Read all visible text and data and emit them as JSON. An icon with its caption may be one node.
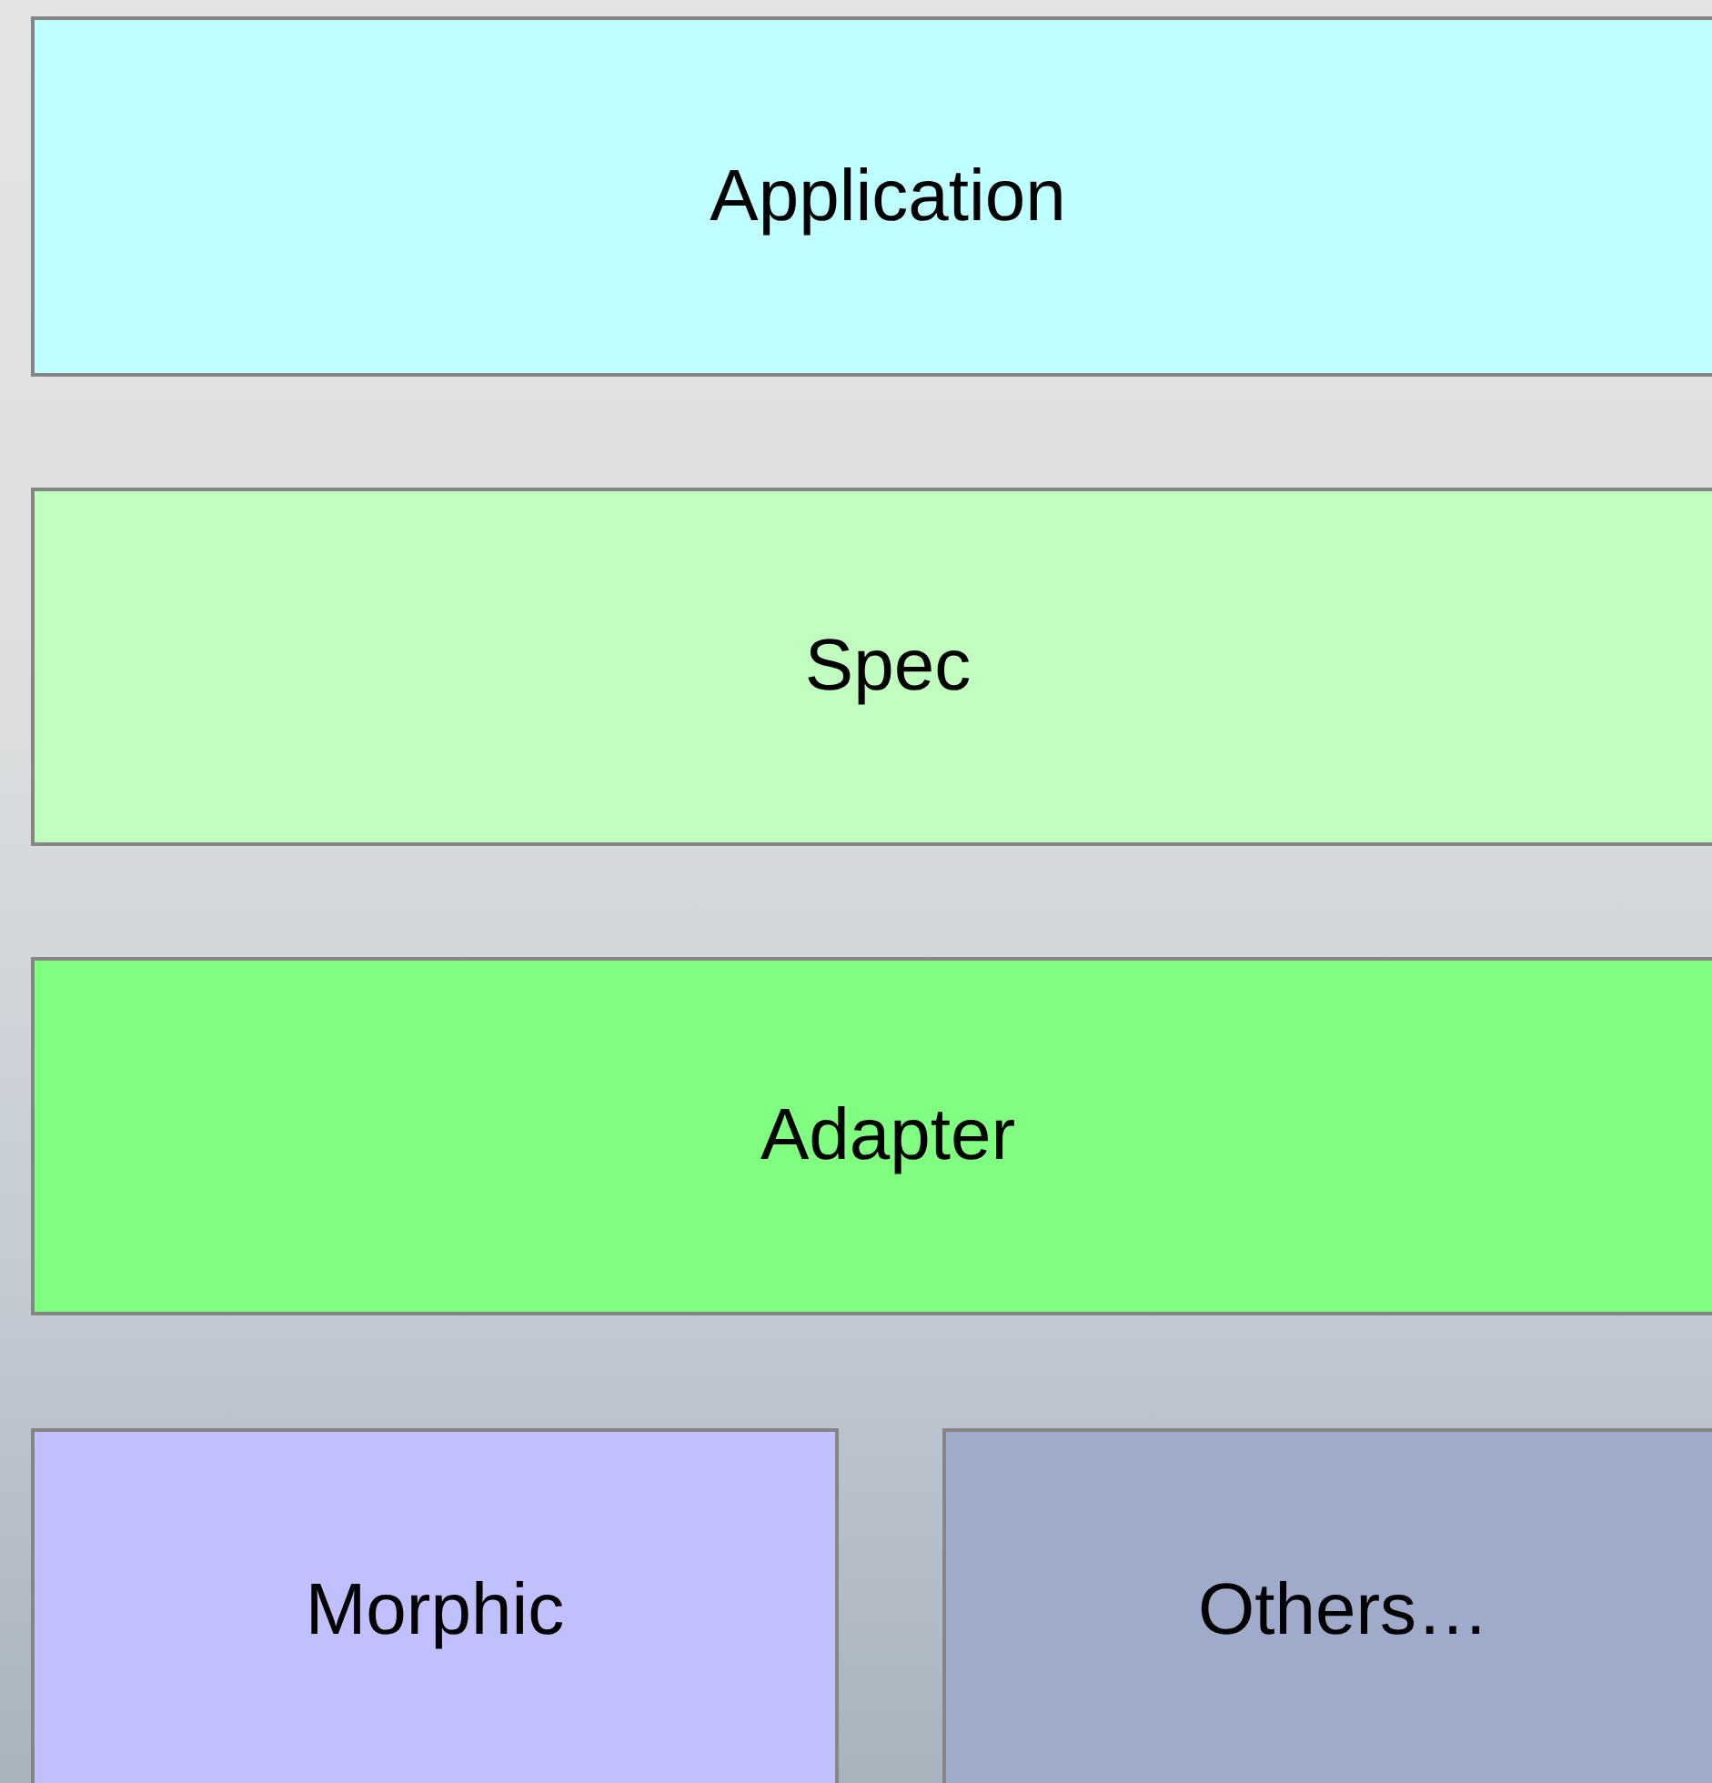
{
  "diagram": {
    "nodes": [
      {
        "text": [
          "Application"
        ]
      },
      {
        "text": [
          "Spec"
        ]
      },
      {
        "text": [
          "Adapter"
        ]
      },
      {
        "text": [
          "Morphic"
        ]
      },
      {
        "text": [
          "Others…"
        ]
      }
    ]
  }
}
